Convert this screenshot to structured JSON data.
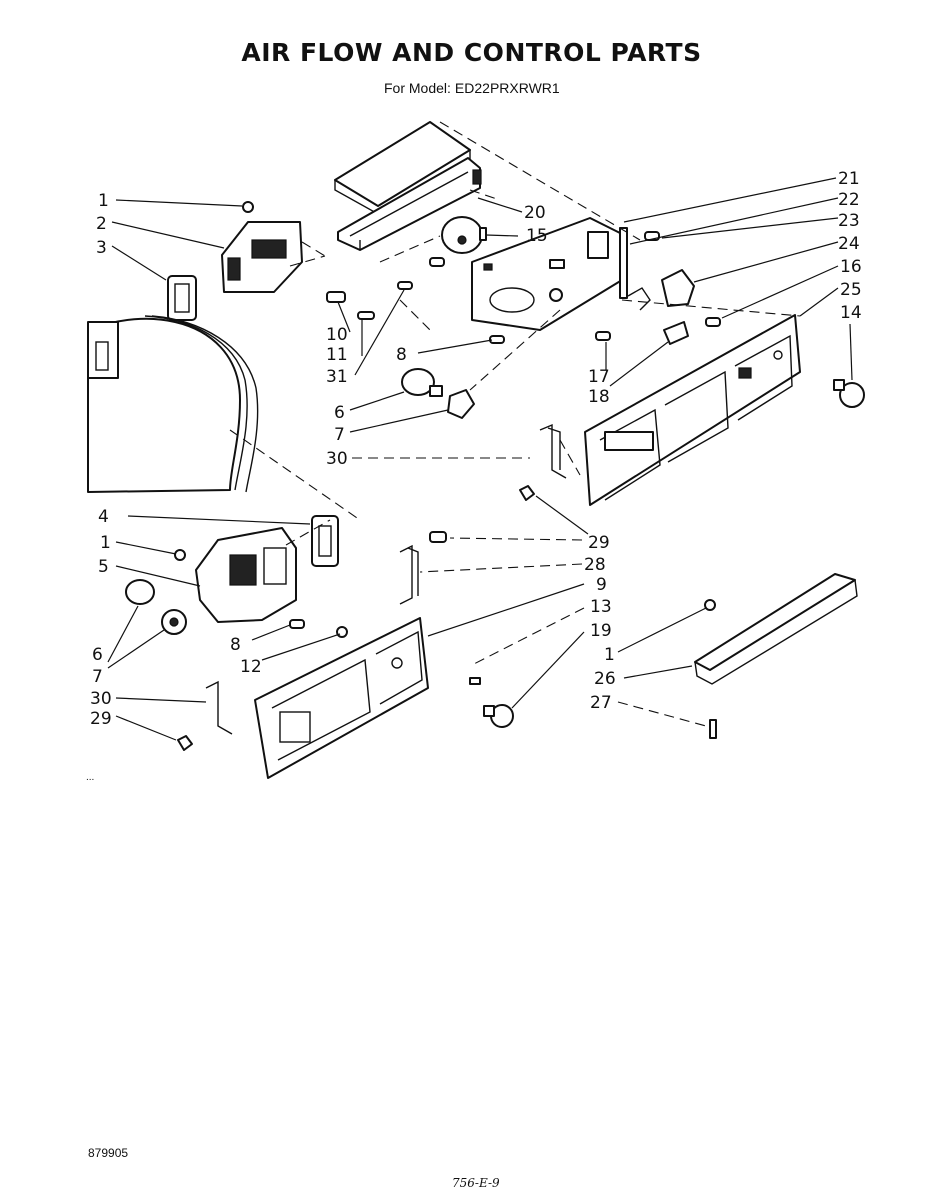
{
  "title": "AIR FLOW AND CONTROL PARTS",
  "model": {
    "label": "For Model:",
    "number": "ED22PRXRWR1"
  },
  "callouts": {
    "c1a": "1",
    "c2": "2",
    "c3": "3",
    "c10": "10",
    "c11": "11",
    "c31": "31",
    "c8a": "8",
    "c6a": "6",
    "c7a": "7",
    "c30a": "30",
    "c20": "20",
    "c15": "15",
    "c21": "21",
    "c22": "22",
    "c23": "23",
    "c24": "24",
    "c16": "16",
    "c25": "25",
    "c14": "14",
    "c17": "17",
    "c18": "18",
    "c4": "4",
    "c1b": "1",
    "c5": "5",
    "c6b": "6",
    "c7b": "7",
    "c8b": "8",
    "c12": "12",
    "c30b": "30",
    "c29a": "29",
    "c29b": "29",
    "c28": "28",
    "c9": "9",
    "c13": "13",
    "c19": "19",
    "c1c": "1",
    "c26": "26",
    "c27": "27"
  },
  "footer": {
    "code": "879905",
    "handwritten": "756-E-9",
    "mark": "..."
  }
}
